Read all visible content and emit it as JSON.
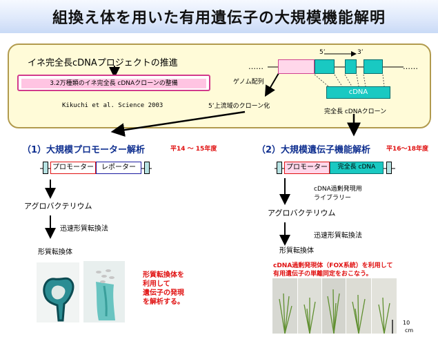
{
  "title": "組換え体を用いた有用遺伝子の大規模機能解明",
  "top": {
    "project_label": "イネ完全長cDNAプロジェクトの推進",
    "clone_box": "3.2万種類のイネ完全長 cDNAクローンの整備",
    "citation": "Kikuchi et al. Science 2003",
    "genome_label": "ゲノム配列",
    "upstream_label": "5’上流域のクローン化",
    "dots_left": "……",
    "dots_right": "……",
    "five_prime": "5’",
    "three_prime": "3’",
    "cdna_box": "cDNA",
    "full_cdna_clone": "完全長 cDNAクローン"
  },
  "left": {
    "heading": "（1）大規模プロモーター解析",
    "period": "平14 ～ 15年度",
    "promoter": "プロモーター",
    "reporter": "レポーター",
    "agro": "アグロバクテリウム",
    "method": "迅速形質転換法",
    "transformant": "形質転換体",
    "note": [
      "形質転換体を",
      "利用して",
      "遺伝子の発現",
      "を解析する。"
    ]
  },
  "right": {
    "heading": "（2）大規模遺伝子機能解析",
    "period": "平16～18年度",
    "promoter": "プロモーター",
    "cdna": "完全長 cDNA",
    "library_l1": "cDNA過剰発現用",
    "library_l2": "ライブラリー",
    "agro": "アグロバクテリウム",
    "method": "迅速形質転換法",
    "transformant": "形質転換体",
    "fox_l1": "cDNA過剰発現体（FOX系統）を利用して",
    "fox_l2": "有用遺伝子の単離同定をおこなう。",
    "scale": "10",
    "scale_unit": "cm"
  },
  "colors": {
    "panel_bg": "#fffbd8",
    "panel_border": "#b19a4d",
    "pink": "#ffd7ea",
    "cyan": "#19c9c2",
    "red": "#e01010",
    "navy": "#103090"
  }
}
